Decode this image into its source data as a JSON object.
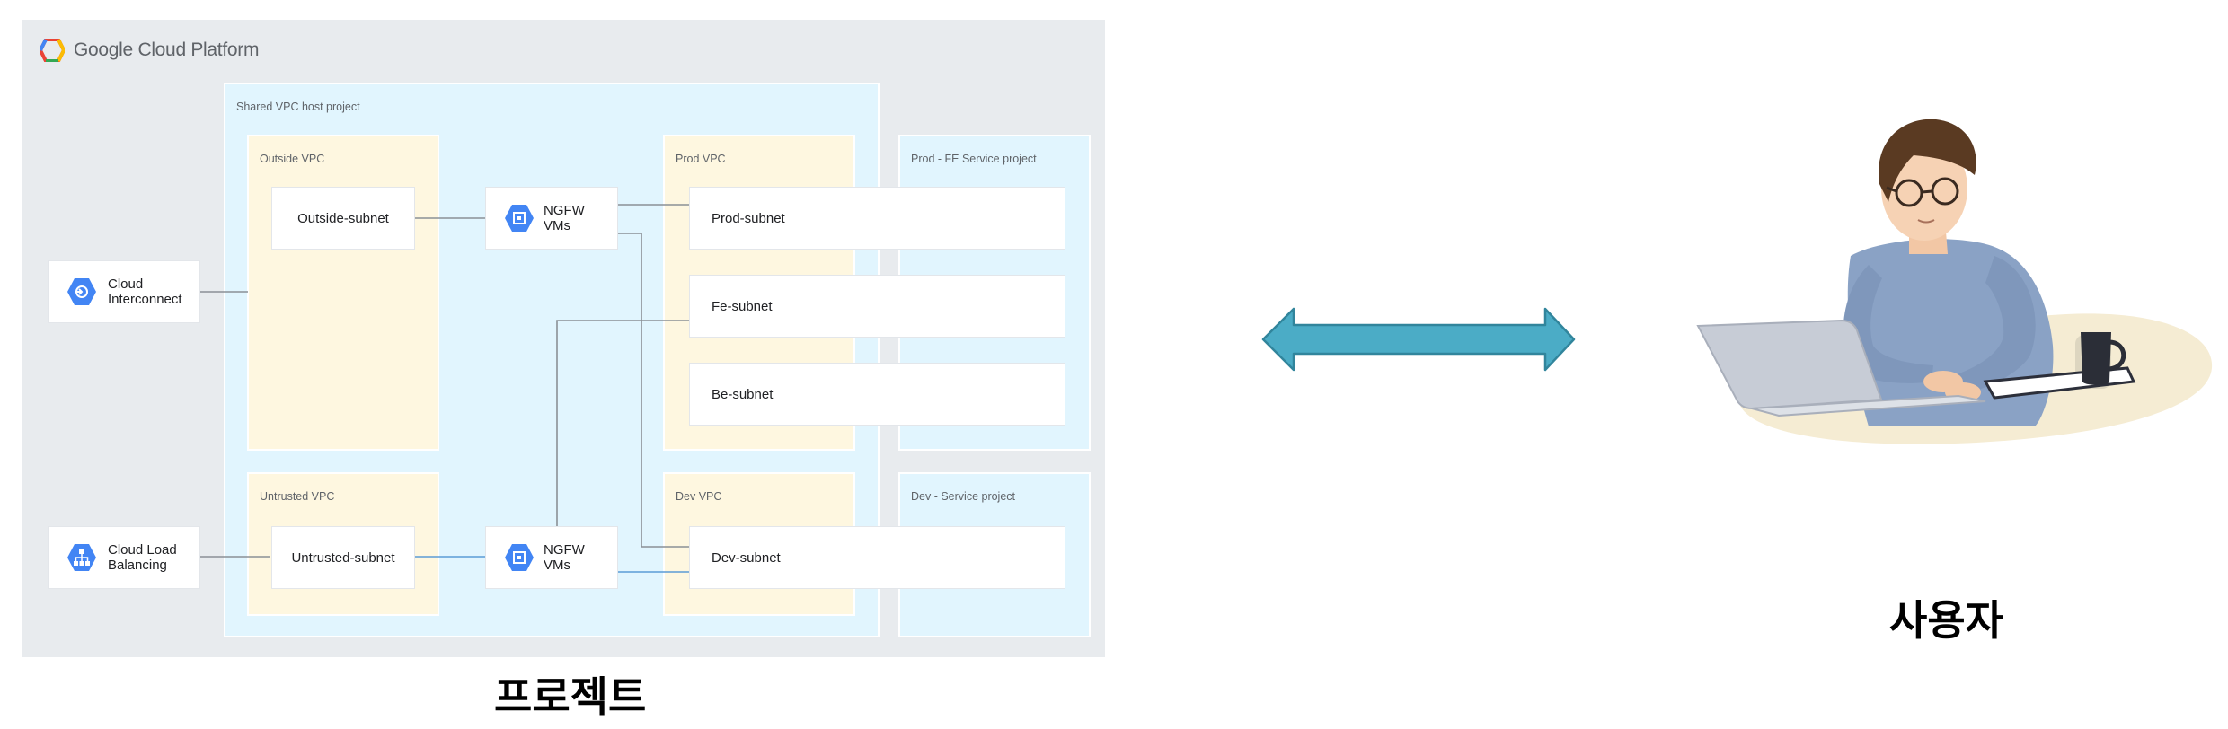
{
  "gcp": {
    "logo_text": "Google Cloud Platform",
    "shared_vpc_label": "Shared VPC host project",
    "outside_vpc_label": "Outside VPC",
    "untrusted_vpc_label": "Untrusted VPC",
    "prod_vpc_label": "Prod VPC",
    "dev_vpc_label": "Dev VPC",
    "prod_service_label": "Prod - FE Service project",
    "dev_service_label": "Dev - Service project",
    "cloud_interconnect": [
      "Cloud",
      "Interconnect"
    ],
    "cloud_load_balancing": [
      "Cloud Load",
      "Balancing"
    ],
    "outside_subnet": "Outside-subnet",
    "untrusted_subnet": "Untrusted-subnet",
    "ngfw_top": [
      "NGFW",
      "VMs"
    ],
    "ngfw_bottom": [
      "NGFW",
      "VMs"
    ],
    "prod_subnet": "Prod-subnet",
    "fe_subnet": "Fe-subnet",
    "be_subnet": "Be-subnet",
    "dev_subnet": "Dev-subnet"
  },
  "captions": {
    "project": "프로젝트",
    "user": "사용자"
  },
  "colors": {
    "panel_bg": "#e8ebee",
    "vpc_blue": "#e1f5fe",
    "vpc_yellow": "#fef7e0",
    "icon_blue": "#4285f4",
    "arrow_fill": "#4bacc6",
    "arrow_stroke": "#31859c"
  },
  "icons": {
    "logo": "gcp-hexagon-logo",
    "interconnect": "cloud-interconnect-icon",
    "load_balancing": "load-balancing-icon",
    "ngfw": "compute-engine-icon",
    "arrow": "double-headed-arrow",
    "user": "person-at-laptop-illustration"
  }
}
